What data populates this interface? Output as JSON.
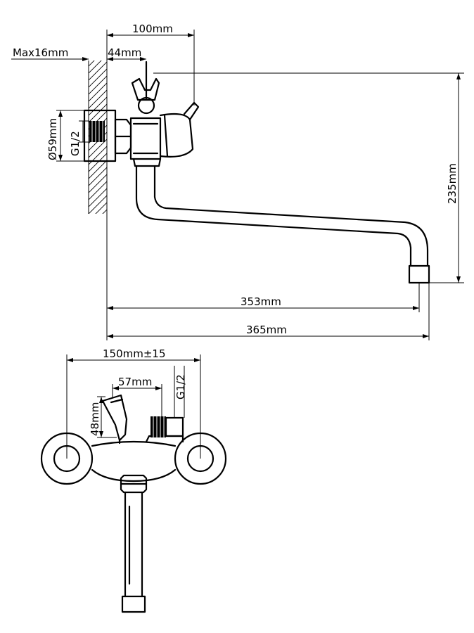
{
  "side_view": {
    "dim_total_depth": "100mm",
    "dim_wall_max": "Max16mm",
    "dim_eccentric_offset": "44mm",
    "dim_flange_diameter": "Ø59mm",
    "dim_thread": "G1/2",
    "dim_height": "235mm",
    "dim_spout_reach": "353mm",
    "dim_total_reach": "365mm"
  },
  "top_view": {
    "dim_center_distance": "150mm±15",
    "dim_holder_length": "57mm",
    "dim_holder_height": "48mm",
    "dim_outlet_thread": "G1/2"
  }
}
